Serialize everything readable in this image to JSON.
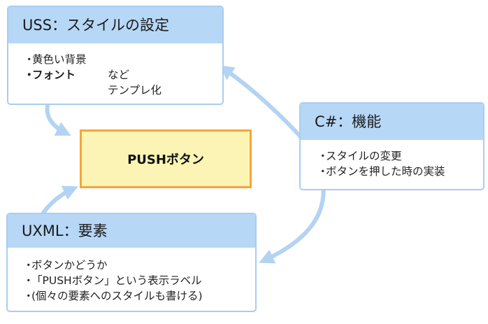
{
  "uss": {
    "title": "USS：スタイルの設定",
    "items": [
      {
        "bullet": "・",
        "text": "黄色い背景"
      },
      {
        "bullet": "・",
        "text": "フォント",
        "note": "など"
      }
    ],
    "extra": "テンプレ化"
  },
  "push": {
    "label": "PUSHボタン"
  },
  "csharp": {
    "title": "C#：機能",
    "items": [
      {
        "bullet": "・",
        "text": "スタイルの変更"
      },
      {
        "bullet": "・",
        "text": "ボタンを押した時の実装"
      }
    ]
  },
  "uxml": {
    "title": "UXML：要素",
    "items": [
      {
        "bullet": "・",
        "text": "ボタンかどうか"
      },
      {
        "bullet": "・",
        "text": "「PUSHボタン」という表示ラベル"
      },
      {
        "bullet": "・",
        "text": "(個々の要素へのスタイルも書ける)"
      }
    ]
  },
  "colors": {
    "header_fill": "#b7d7f6",
    "border": "#a9cdf0",
    "arrow": "#b3d3f3",
    "button_fill": "#fbf4b4",
    "button_border": "#f6a53c"
  }
}
